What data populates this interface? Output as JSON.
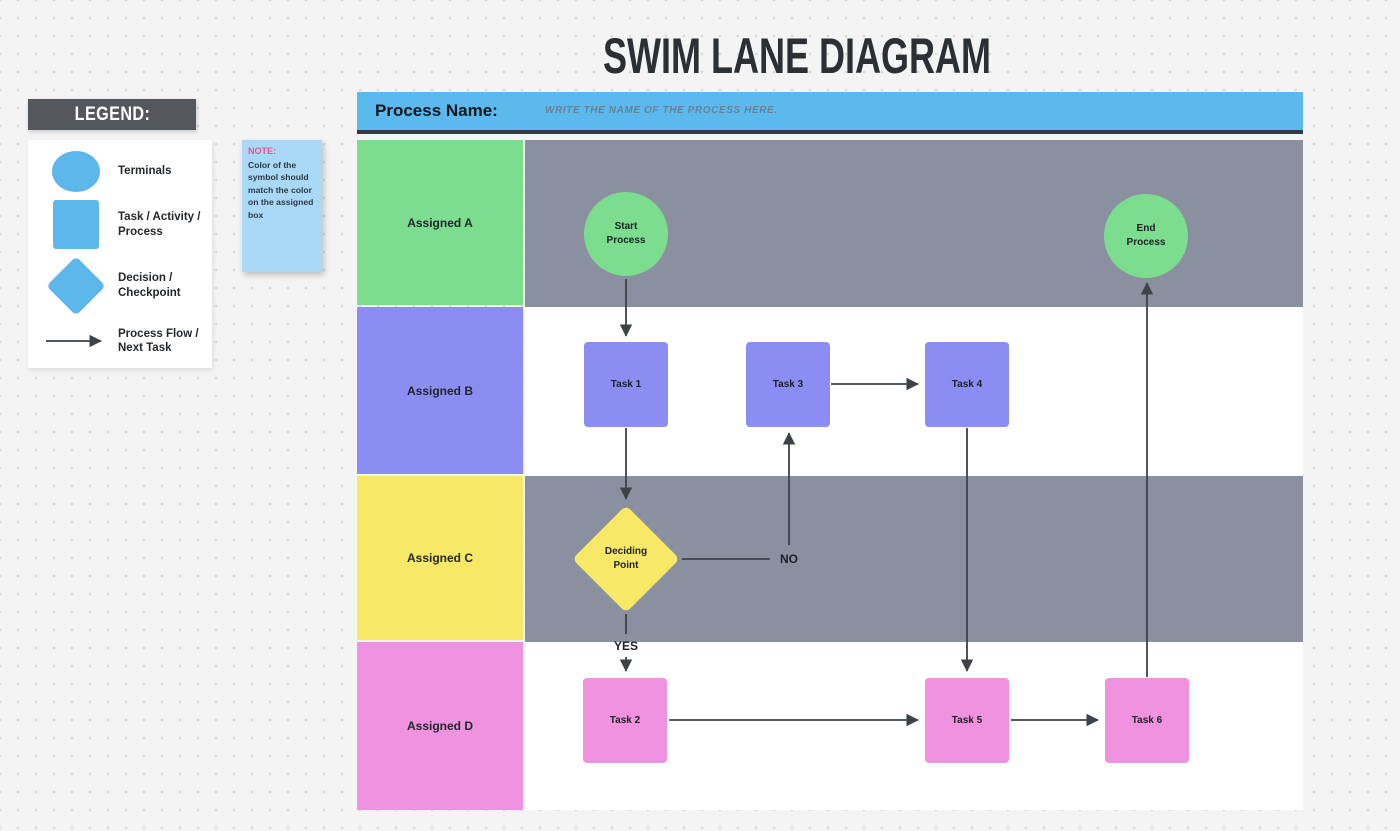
{
  "title": "SWIM LANE DIAGRAM",
  "legend": {
    "header": "LEGEND:",
    "items": [
      {
        "icon": "ellipse-icon",
        "label": "Terminals"
      },
      {
        "icon": "square-icon",
        "label": "Task / Activity / Process"
      },
      {
        "icon": "diamond-icon",
        "label": "Decision / Checkpoint"
      },
      {
        "icon": "arrow-icon",
        "label": "Process Flow / Next Task"
      }
    ]
  },
  "note": {
    "title": "NOTE:",
    "body": "Color of the symbol should match the color on the assigned box"
  },
  "process_header": {
    "label": "Process Name:",
    "placeholder": "WRITE THE NAME OF THE PROCESS HERE."
  },
  "lanes": [
    {
      "label": "Assigned A",
      "color": "#7cdd8e",
      "row_background": "#8b90a0"
    },
    {
      "label": "Assigned B",
      "color": "#8c8df2",
      "row_background": "#ffffff"
    },
    {
      "label": "Assigned C",
      "color": "#f7e967",
      "row_background": "#8b90a0"
    },
    {
      "label": "Assigned D",
      "color": "#ef92e0",
      "row_background": "#ffffff"
    }
  ],
  "nodes": {
    "start": {
      "label": "Start Process",
      "type": "terminal",
      "lane": "Assigned A",
      "color": "#7cdd8e"
    },
    "task1": {
      "label": "Task 1",
      "type": "task",
      "lane": "Assigned B",
      "color": "#8c8df2"
    },
    "task3": {
      "label": "Task 3",
      "type": "task",
      "lane": "Assigned B",
      "color": "#8c8df2"
    },
    "task4": {
      "label": "Task 4",
      "type": "task",
      "lane": "Assigned B",
      "color": "#8c8df2"
    },
    "decision": {
      "label": "Deciding Point",
      "type": "decision",
      "lane": "Assigned C",
      "color": "#f7e967"
    },
    "task2": {
      "label": "Task 2",
      "type": "task",
      "lane": "Assigned D",
      "color": "#ef92e0"
    },
    "task5": {
      "label": "Task 5",
      "type": "task",
      "lane": "Assigned D",
      "color": "#ef92e0"
    },
    "task6": {
      "label": "Task 6",
      "type": "task",
      "lane": "Assigned D",
      "color": "#ef92e0"
    },
    "end": {
      "label": "End Process",
      "type": "terminal",
      "lane": "Assigned A",
      "color": "#7cdd8e"
    }
  },
  "edge_labels": {
    "yes": "YES",
    "no": "NO"
  },
  "edges": [
    {
      "from": "start",
      "to": "task1"
    },
    {
      "from": "task1",
      "to": "decision"
    },
    {
      "from": "decision",
      "to": "task2",
      "label": "YES"
    },
    {
      "from": "decision",
      "to": "task3",
      "label": "NO"
    },
    {
      "from": "task3",
      "to": "task4"
    },
    {
      "from": "task4",
      "to": "task5"
    },
    {
      "from": "task2",
      "to": "task5"
    },
    {
      "from": "task5",
      "to": "task6"
    },
    {
      "from": "task6",
      "to": "end"
    }
  ],
  "colors": {
    "canvas_background": "#f4f4f5",
    "dot_grid": "#d9d9dc",
    "header_bar_blue": "#5cb9ee",
    "legend_header_background": "#54575b",
    "legend_symbol_blue": "#5db7ea",
    "note_background": "#aad9f7",
    "note_title_pink": "#e8538f",
    "lane_row_gray": "#8b90a0",
    "terminal_green": "#7cdd8e",
    "task_purple": "#8c8df2",
    "decision_yellow": "#f7e967",
    "task_pink": "#ef92e0",
    "arrow": "#3d4247"
  }
}
